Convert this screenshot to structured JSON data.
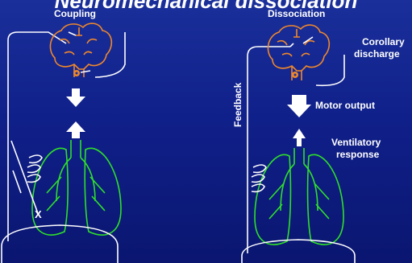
{
  "slide": {
    "title": "Neuromechanical dissociation",
    "panels": {
      "left": {
        "heading": "Coupling",
        "x_mark": "X"
      },
      "right": {
        "heading": "Dissociation",
        "labels": {
          "corollary_discharge": [
            "Corollary",
            "discharge"
          ],
          "motor_output": "Motor output",
          "ventilatory_response": [
            "Ventilatory",
            "response"
          ],
          "feedback": "Feedback"
        }
      }
    }
  },
  "colors": {
    "background": "#10208a",
    "brain": "#f0882a",
    "lungs": "#2ee02a",
    "lines": "#ffffff"
  }
}
